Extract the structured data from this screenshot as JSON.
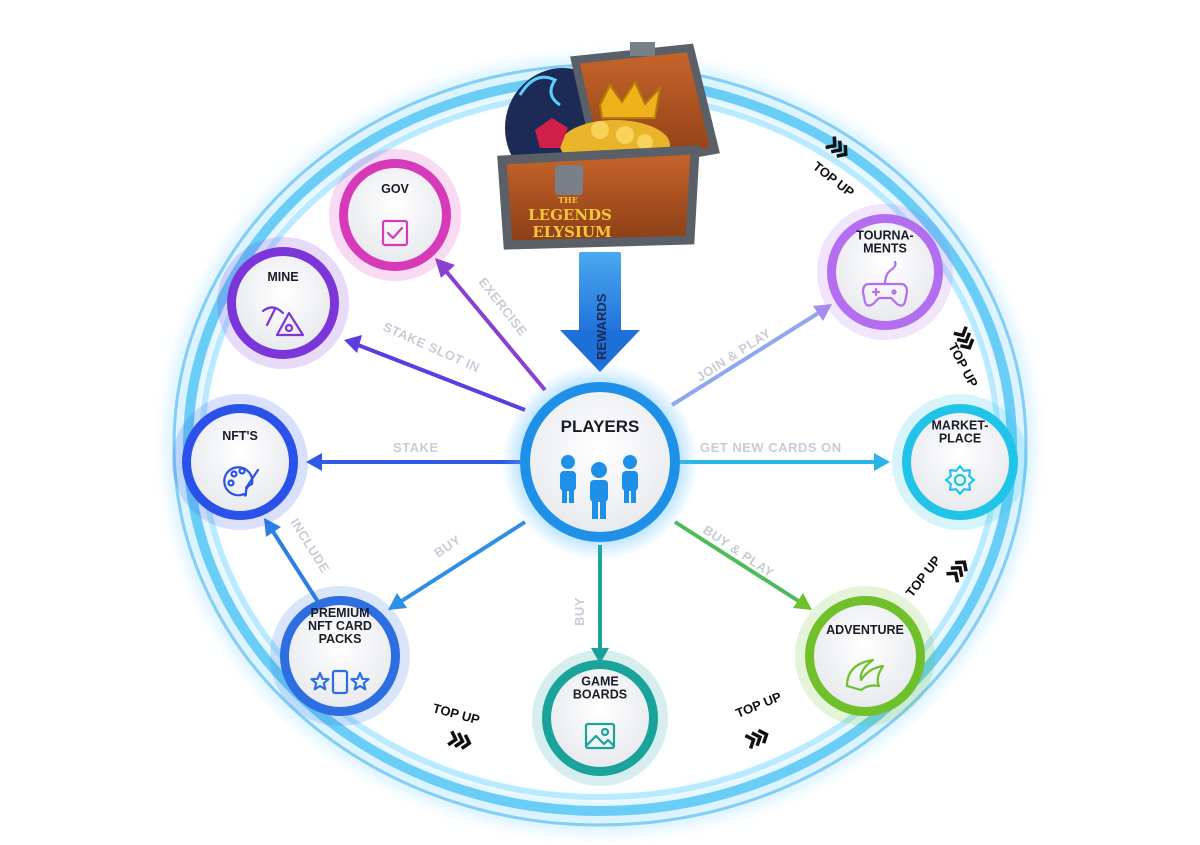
{
  "center": {
    "label": "PLAYERS"
  },
  "chest": {
    "brand_line1": "THE",
    "brand_line2": "LEGENDS",
    "brand_line3": "ELYSIUM"
  },
  "rewards_label": "REWARDS",
  "nodes": {
    "gov": {
      "lines": [
        "GOV"
      ],
      "icon": "checkbox-icon",
      "color": "#d63ab8"
    },
    "mine": {
      "lines": [
        "MINE"
      ],
      "icon": "pickaxe-icon",
      "color": "#7b35d8"
    },
    "nfts": {
      "lines": [
        "NFT'S"
      ],
      "icon": "palette-icon",
      "color": "#2a52e8"
    },
    "premium": {
      "lines": [
        "PREMIUM",
        "NFT CARD",
        "PACKS"
      ],
      "icon": "card-stars-icon",
      "color": "#2d6fe0"
    },
    "game_boards": {
      "lines": [
        "GAME",
        "BOARDS"
      ],
      "icon": "image-icon",
      "color": "#1aa39a"
    },
    "adventure": {
      "lines": [
        "ADVENTURE"
      ],
      "icon": "adventure-icon",
      "color": "#6fc02a"
    },
    "marketplace": {
      "lines": [
        "MARKET-",
        "PLACE"
      ],
      "icon": "gear-icon",
      "color": "#22c3e8"
    },
    "tournaments": {
      "lines": [
        "TOURNA-",
        "MENTS"
      ],
      "icon": "gamepad-icon",
      "color": "#b36ef0"
    }
  },
  "edges": {
    "exercise": "EXERCISE",
    "stake_slot_in": "STAKE SLOT IN",
    "stake": "STAKE",
    "buy_premium": "BUY",
    "buy_boards": "BUY",
    "buy_play": "BUY & PLAY",
    "get_new_cards": "GET NEW CARDS ON",
    "join_play": "JOIN & PLAY",
    "include": "INCLUDE"
  },
  "topups": [
    "TOP UP",
    "TOP UP",
    "TOP UP",
    "TOP UP",
    "TOP UP"
  ],
  "colors": {
    "ring": "#4fc3f7",
    "ring_glow": "#9fe3ff",
    "players_ring": "#1e90e8"
  }
}
